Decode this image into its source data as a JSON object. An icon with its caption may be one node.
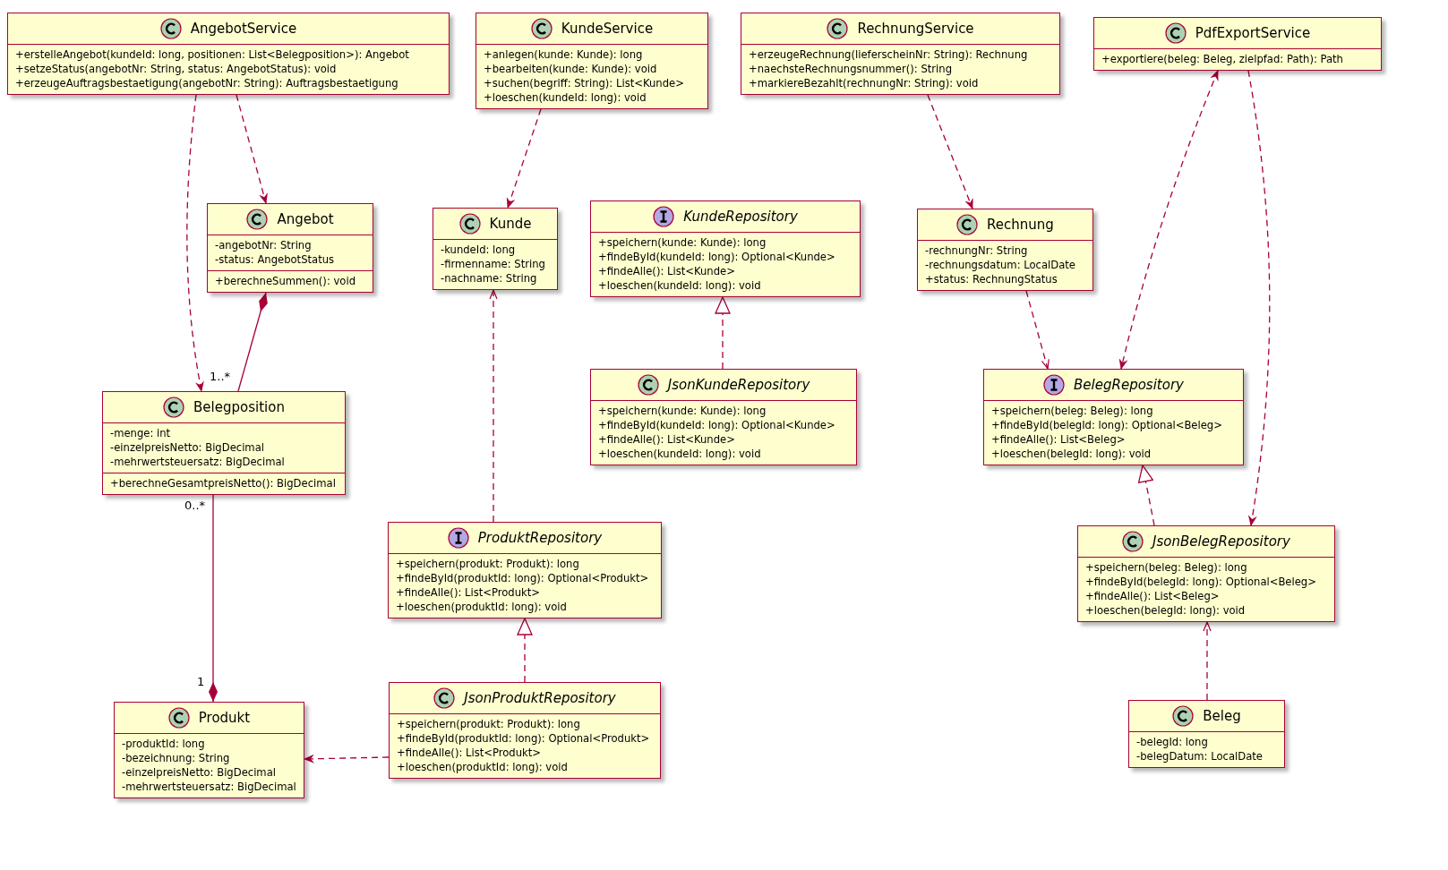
{
  "diagram": {
    "nodes": [
      {
        "text": [
          "AngebotService",
          "+erstelleAngebot(kundeId: long, positionen: List<Belegposition>): Angebot",
          "+setzeStatus(angebotNr: String, status: AngebotStatus): void",
          "+erzeugeAuftragsbestaetigung(angebotNr: String): Auftragsbestaetigung"
        ]
      },
      {
        "text": [
          "KundeService",
          "+anlegen(kunde: Kunde): long",
          "+bearbeiten(kunde: Kunde): void",
          "+suchen(begriff: String): List<Kunde>",
          "+loeschen(kundeId: long): void"
        ]
      },
      {
        "text": [
          "RechnungService",
          "+erzeugeRechnung(lieferscheinNr: String): Rechnung",
          "+naechsteRechnungsnummer(): String",
          "+markiereBezahlt(rechnungNr: String): void"
        ]
      },
      {
        "text": [
          "PdfExportService",
          "+exportiere(beleg: Beleg, zielpfad: Path): Path"
        ]
      },
      {
        "text": [
          "Angebot",
          "-angebotNr: String",
          "-status: AngebotStatus",
          "+berechneSummen(): void"
        ]
      },
      {
        "text": [
          "Kunde",
          "-kundeId: long",
          "-firmenname: String",
          "-nachname: String"
        ]
      },
      {
        "text": [
          "KundeRepository",
          "+speichern(kunde: Kunde): long",
          "+findeById(kundeId: long): Optional<Kunde>",
          "+findeAlle(): List<Kunde>",
          "+loeschen(kundeId: long): void"
        ]
      },
      {
        "text": [
          "Rechnung",
          "-rechnungNr: String",
          "-rechnungsdatum: LocalDate",
          "+status: RechnungStatus"
        ]
      },
      {
        "text": [
          "Belegposition",
          "-menge: int",
          "-einzelpreisNetto: BigDecimal",
          "-mehrwertsteuersatz: BigDecimal",
          "+berechneGesamtpreisNetto(): BigDecimal"
        ]
      },
      {
        "text": [
          "JsonKundeRepository",
          "+speichern(kunde: Kunde): long",
          "+findeById(kundeId: long): Optional<Kunde>",
          "+findeAlle(): List<Kunde>",
          "+loeschen(kundeId: long): void"
        ]
      },
      {
        "text": [
          "BelegRepository",
          "+speichern(beleg: Beleg): long",
          "+findeById(belegId: long): Optional<Beleg>",
          "+findeAlle(): List<Beleg>",
          "+loeschen(belegId: long): void"
        ]
      },
      {
        "text": [
          "ProduktRepository",
          "+speichern(produkt: Produkt): long",
          "+findeById(produktId: long): Optional<Produkt>",
          "+findeAlle(): List<Produkt>",
          "+loeschen(produktId: long): void"
        ]
      },
      {
        "text": [
          "JsonBelegRepository",
          "+speichern(beleg: Beleg): long",
          "+findeById(belegId: long): Optional<Beleg>",
          "+findeAlle(): List<Beleg>",
          "+loeschen(belegId: long): void"
        ]
      },
      {
        "text": [
          "Produkt",
          "-produktId: long",
          "-bezeichnung: String",
          "-einzelpreisNetto: BigDecimal",
          "-mehrwertsteuersatz: BigDecimal"
        ]
      },
      {
        "text": [
          "JsonProduktRepository",
          "+speichern(produkt: Produkt): long",
          "+findeById(produktId: long): Optional<Produkt>",
          "+findeAlle(): List<Produkt>",
          "+loeschen(produktId: long): void"
        ]
      },
      {
        "text": [
          "Beleg",
          "-belegId: long",
          "-belegDatum: LocalDate"
        ]
      }
    ],
    "edges": [
      {
        "from": 0,
        "to": 4,
        "arrow": "to",
        "style": "dashed"
      },
      {
        "from": 0,
        "to": 8,
        "arrow": "to",
        "style": "dashed"
      },
      {
        "from": 1,
        "to": 5,
        "arrow": "to",
        "style": "dashed"
      },
      {
        "from": 2,
        "to": 7,
        "arrow": "to",
        "style": "dashed"
      },
      {
        "from": 3,
        "to": 10,
        "arrow": "both",
        "style": "dashed"
      },
      {
        "from": 3,
        "to": 12,
        "arrow": "to",
        "style": "dashed"
      },
      {
        "from": 4,
        "to": 8,
        "arrow": "other"
      },
      {
        "from": 13,
        "to": 8,
        "arrow": "other"
      },
      {
        "from": 11,
        "to": 5,
        "arrow": "to",
        "style": "dashed"
      },
      {
        "from": 9,
        "to": 6,
        "arrow": "to",
        "style": "dashed"
      },
      {
        "from": 7,
        "to": 10,
        "arrow": "to",
        "style": "dashed"
      },
      {
        "from": 12,
        "to": 10,
        "arrow": "to",
        "style": "dashed"
      },
      {
        "from": 14,
        "to": 11,
        "arrow": "to",
        "style": "dashed"
      },
      {
        "from": 14,
        "to": 13,
        "arrow": "to",
        "style": "dashed"
      },
      {
        "from": 15,
        "to": 12,
        "arrow": "to",
        "style": "dashed"
      }
    ],
    "labels": [
      "1..*",
      "0..*",
      "1"
    ]
  }
}
